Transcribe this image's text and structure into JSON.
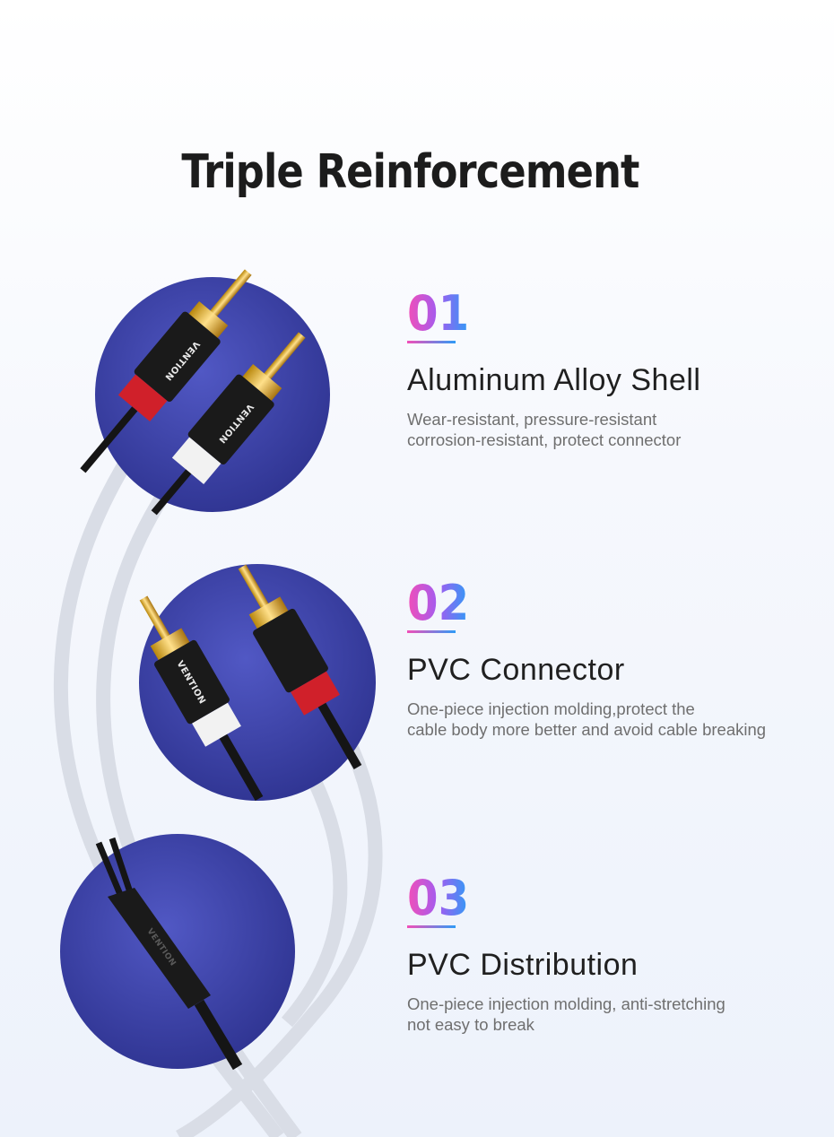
{
  "title": "Triple Reinforcement",
  "brand_logo_text": "VENTION",
  "colors": {
    "circle": "#3d43a6",
    "gradient_start": "#f24fb8",
    "gradient_end": "#2f9bf6"
  },
  "features": [
    {
      "number": "01",
      "heading": "Aluminum Alloy Shell",
      "description": "Wear-resistant, pressure-resistant\ncorrosion-resistant, protect connector"
    },
    {
      "number": "02",
      "heading": "PVC Connector",
      "description": "One-piece injection molding,protect the\ncable body more better and avoid cable breaking"
    },
    {
      "number": "03",
      "heading": "PVC Distribution",
      "description": "One-piece injection molding, anti-stretching\nnot easy to break"
    }
  ]
}
